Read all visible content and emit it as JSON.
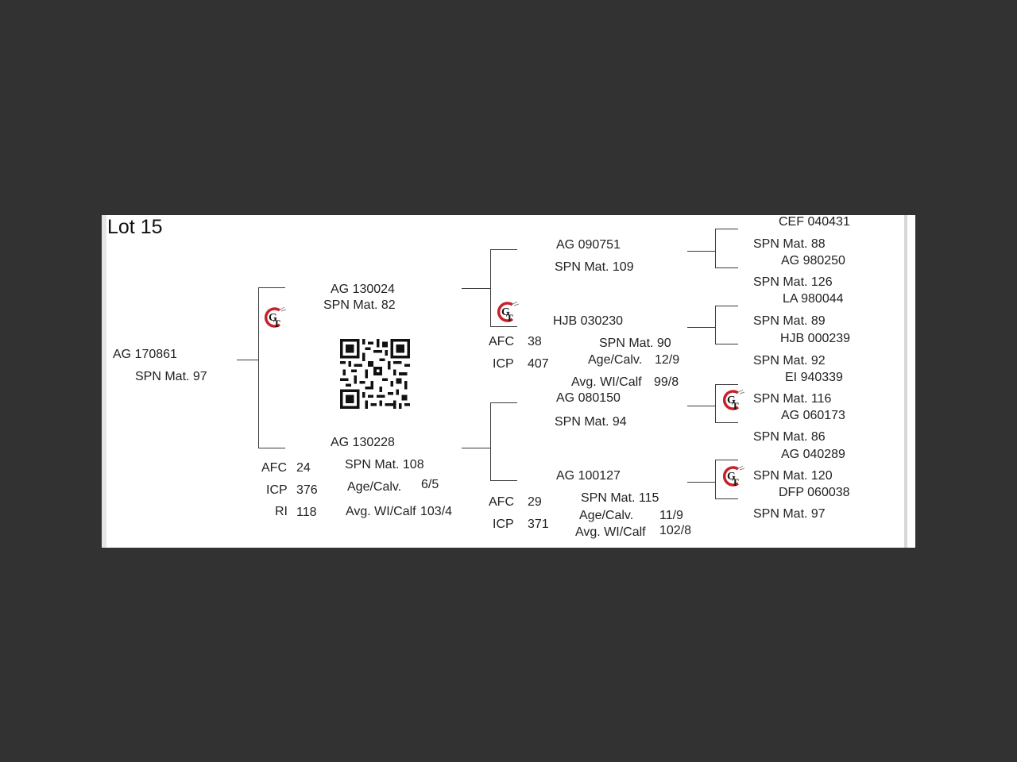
{
  "lot": {
    "title": "Lot 15"
  },
  "subject": {
    "id": "AG  170861",
    "mat": "SPN Mat. 97"
  },
  "sire": {
    "id": "AG  130024",
    "mat": "SPN Mat. 82"
  },
  "dam": {
    "id": "AG  130228",
    "mat": "SPN Mat. 108",
    "afc_label": "AFC",
    "afc": "24",
    "icp_label": "ICP",
    "icp": "376",
    "ri_label": "RI",
    "ri": "118",
    "agecalv_label": "Age/Calv.",
    "agecalv": "6/5",
    "avg_label": "Avg. WI/Calf",
    "avg": "103/4"
  },
  "paternal_gs": {
    "id": "AG  090751",
    "mat": "SPN Mat. 109"
  },
  "paternal_gd": {
    "id": "HJB 030230",
    "mat": "SPN Mat. 90",
    "afc_label": "AFC",
    "afc": "38",
    "icp_label": "ICP",
    "icp": "407",
    "agecalv_label": "Age/Calv.",
    "agecalv": "12/9",
    "avg_label": "Avg. WI/Calf",
    "avg": "99/8"
  },
  "maternal_gs": {
    "id": "AG  080150",
    "mat": "SPN Mat. 94"
  },
  "maternal_gd": {
    "id": "AG  100127",
    "mat": "SPN Mat. 115",
    "afc_label": "AFC",
    "afc": "29",
    "icp_label": "ICP",
    "icp": "371",
    "agecalv_label": "Age/Calv.",
    "agecalv": "11/9",
    "avg_label": "Avg. WI/Calf",
    "avg": "102/8"
  },
  "ggp": [
    {
      "id": "CEF 040431",
      "mat": "SPN Mat. 88"
    },
    {
      "id": "AG  980250",
      "mat": "SPN Mat. 126"
    },
    {
      "id": "LA  980044",
      "mat": "SPN Mat. 89"
    },
    {
      "id": "HJB 000239",
      "mat": "SPN Mat. 92"
    },
    {
      "id": "EI  940339",
      "mat": "SPN Mat. 116"
    },
    {
      "id": "AG  060173",
      "mat": "SPN Mat. 86"
    },
    {
      "id": "AG  040289",
      "mat": "SPN Mat. 120"
    },
    {
      "id": "DFP 060038",
      "mat": "SPN Mat. 97"
    }
  ],
  "icons": {
    "genotyped": "gt-logo-icon",
    "qr": "qr-code-icon"
  },
  "colors": {
    "logo_red": "#c8202a",
    "page_bg": "#323232",
    "sheet_bg": "#ffffff"
  }
}
